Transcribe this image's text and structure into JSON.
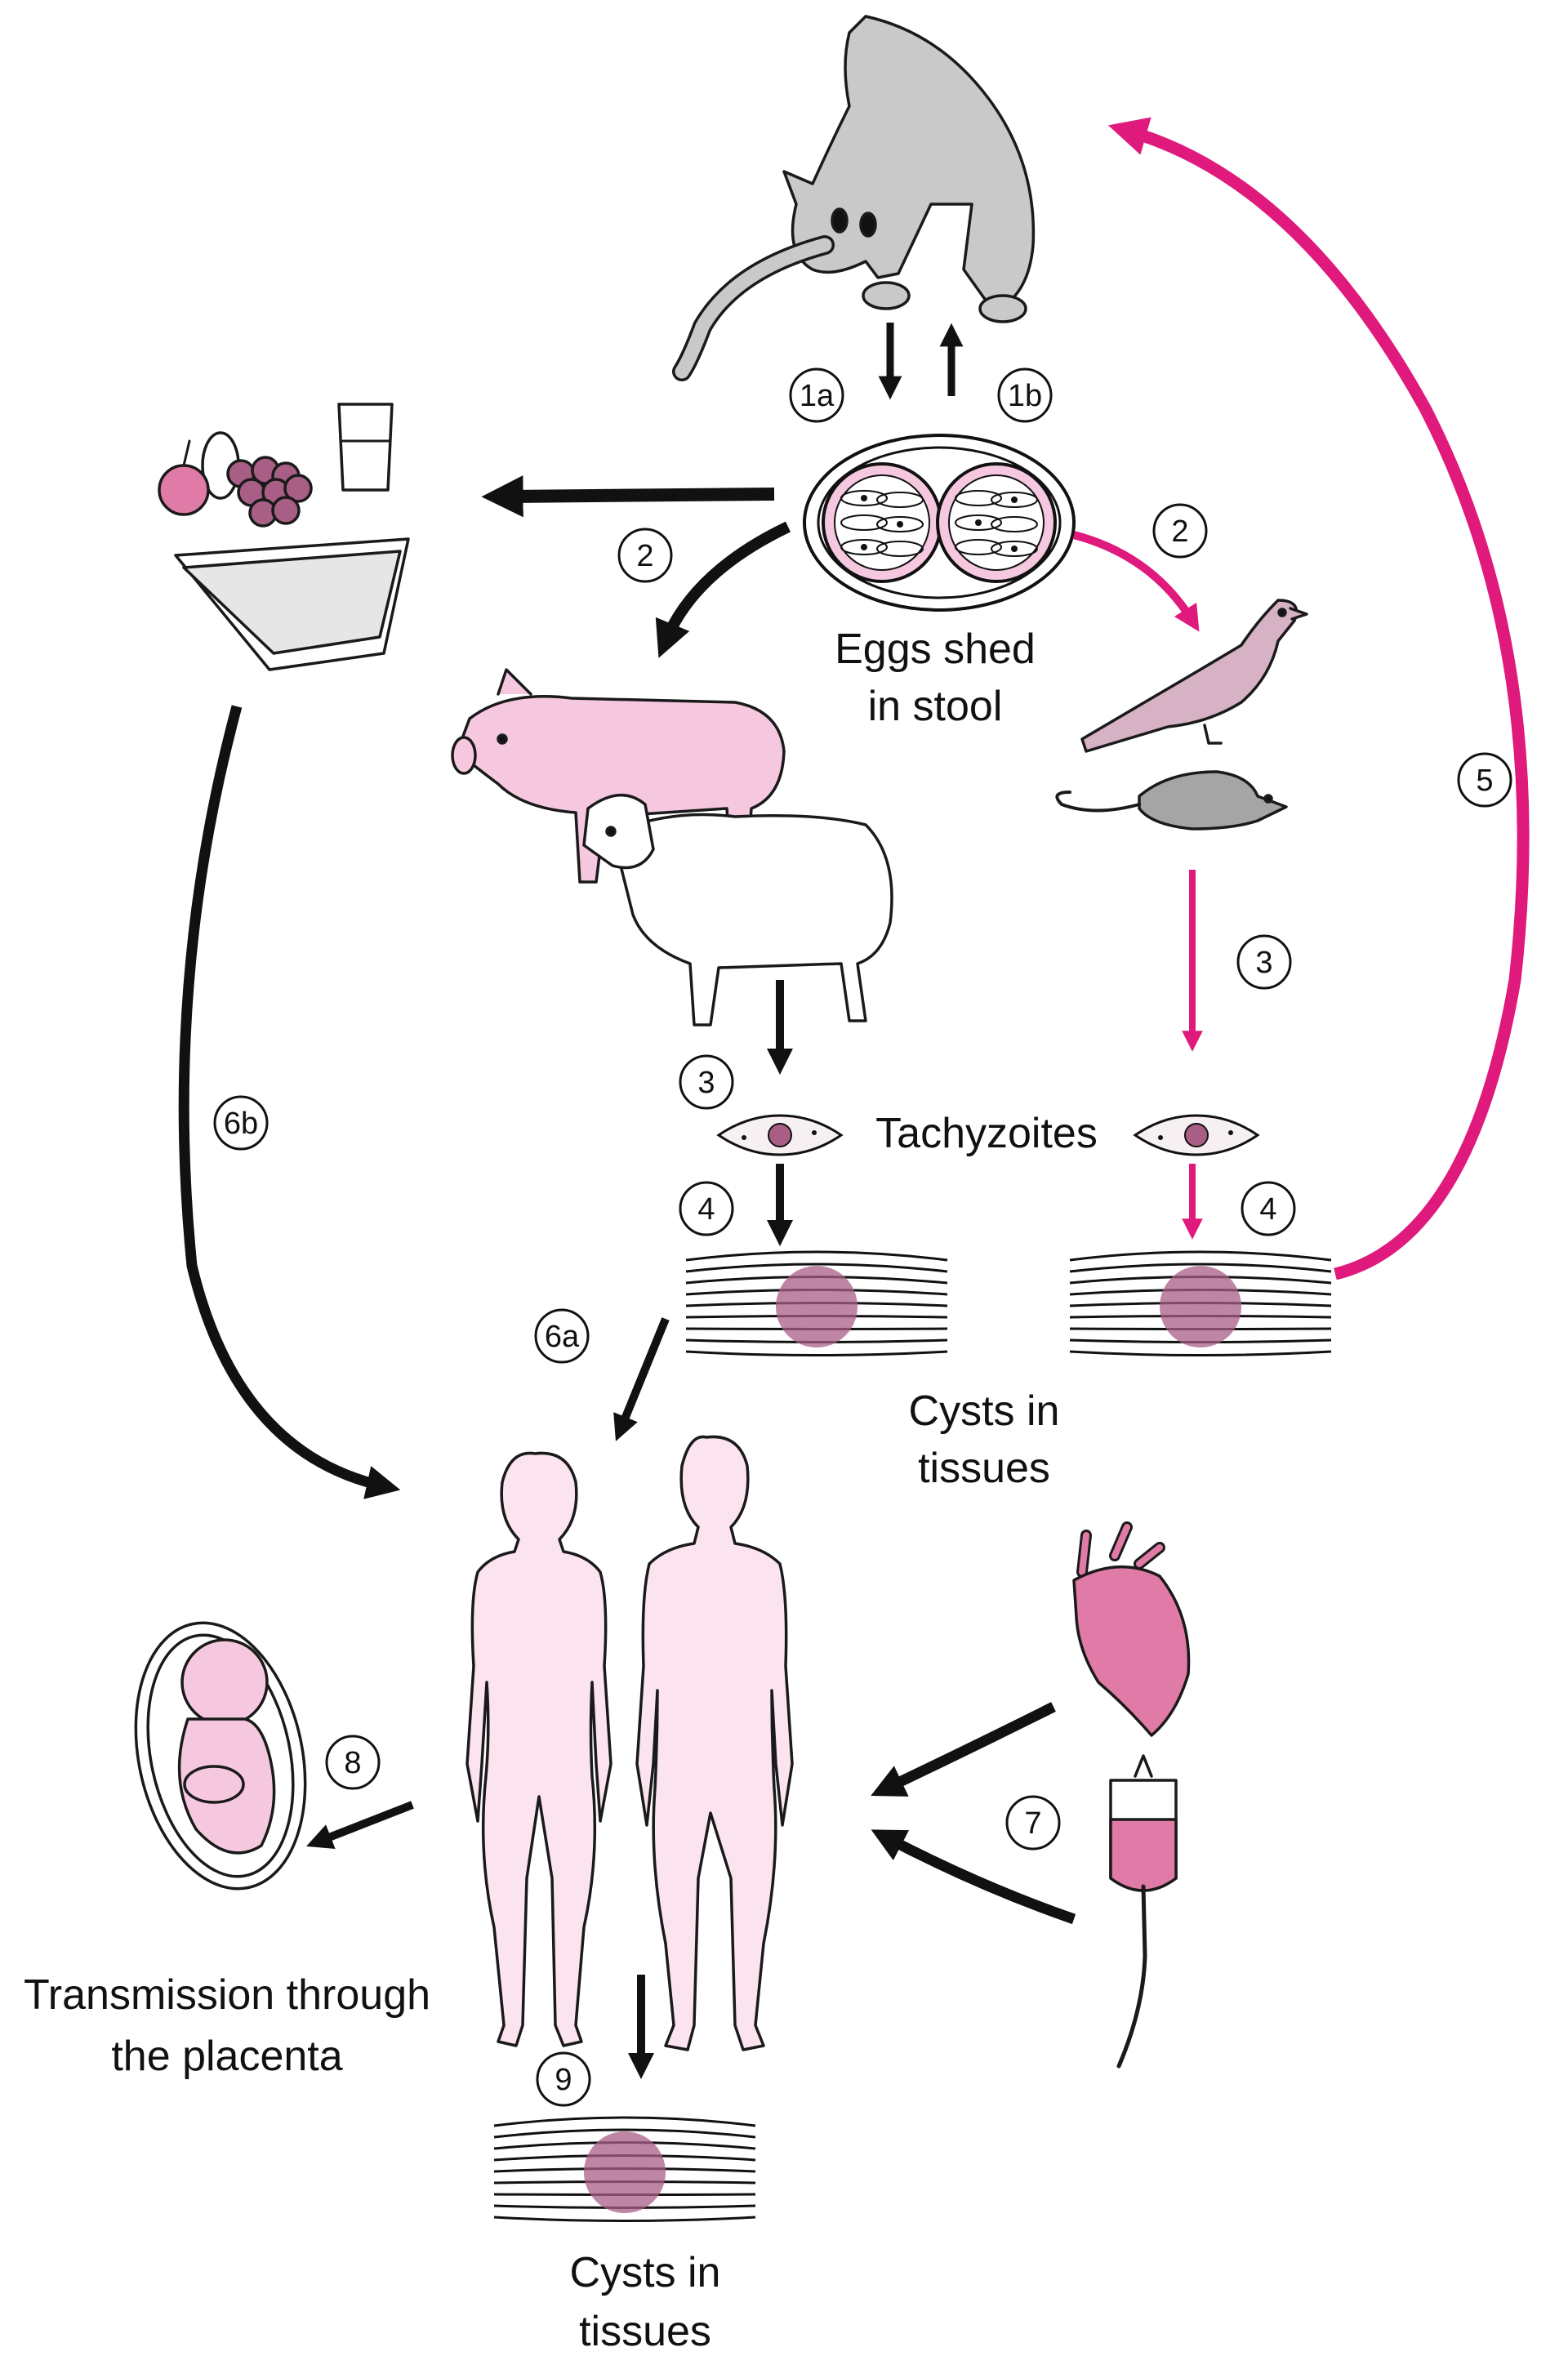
{
  "colors": {
    "black": "#111111",
    "magenta": "#e0197d",
    "pink_fill": "#f6c8df",
    "light_pink": "#fbe3ef",
    "cyst": "#a85e85",
    "gray": "#c9c9c9"
  },
  "labels": {
    "eggs_line1": "Eggs shed",
    "eggs_line2": "in stool",
    "tachyzoites": "Tachyzoites",
    "cysts_mid_line1": "Cysts in",
    "cysts_mid_line2": "tissues",
    "placenta_line1": "Transmission through",
    "placenta_line2": "the placenta",
    "cysts_bottom_line1": "Cysts in",
    "cysts_bottom_line2": "tissues"
  },
  "steps": {
    "s1a": "1a",
    "s1b": "1b",
    "s2_left": "2",
    "s2_right": "2",
    "s3_left": "3",
    "s3_right": "3",
    "s4_left": "4",
    "s4_right": "4",
    "s5": "5",
    "s6a": "6a",
    "s6b": "6b",
    "s7": "7",
    "s8": "8",
    "s9": "9"
  },
  "icons": [
    "cat-icon",
    "oocyst-icon",
    "food-water-litter-icon",
    "pig-icon",
    "sheep-icon",
    "bird-icon",
    "rat-icon",
    "tachyzoite-icon",
    "muscle-cyst-icon",
    "female-body-icon",
    "male-body-icon",
    "fetus-icon",
    "heart-icon",
    "blood-bag-icon"
  ]
}
